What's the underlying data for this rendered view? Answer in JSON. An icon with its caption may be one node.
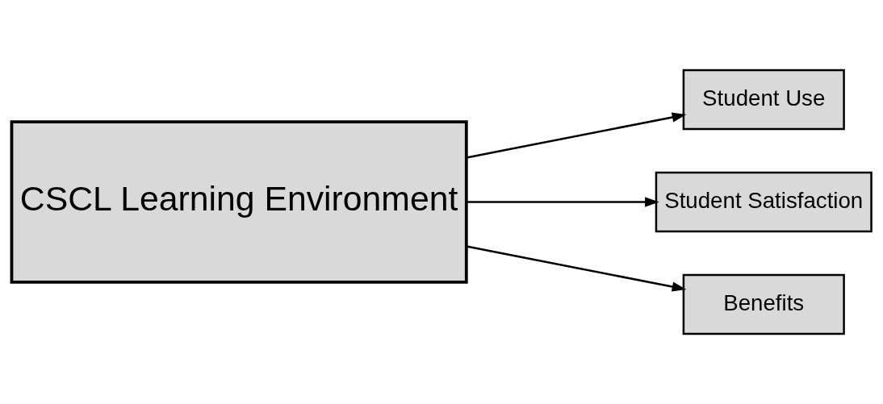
{
  "diagram": {
    "nodes": [
      {
        "text": [
          "CSCL Learning Environment"
        ]
      },
      {
        "text": [
          "Student Use"
        ]
      },
      {
        "text": [
          "Student Satisfaction"
        ]
      },
      {
        "text": [
          "Benefits"
        ]
      }
    ],
    "edges": [
      {
        "from": 0,
        "to": 1,
        "arrow": "to"
      },
      {
        "from": 0,
        "to": 2,
        "arrow": "to"
      },
      {
        "from": 0,
        "to": 3,
        "arrow": "to"
      }
    ]
  }
}
